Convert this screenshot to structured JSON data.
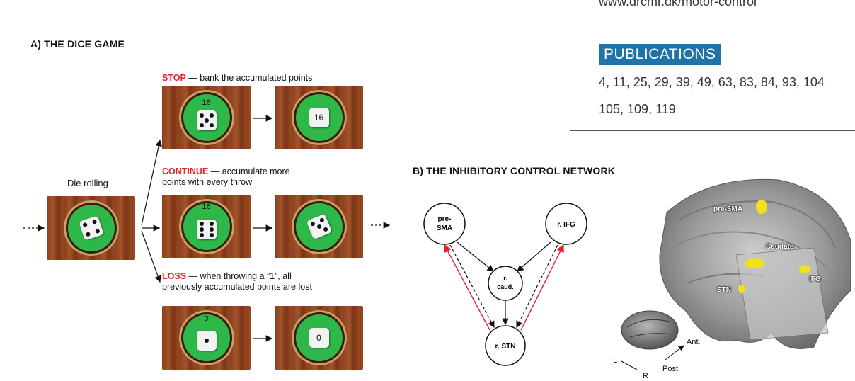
{
  "info": {
    "url": "www.drcmr.dk/motor-control",
    "publications_title": "PUBLICATIONS",
    "publications_line1": "4, 11, 25, 29, 39, 49, 63, 83, 84, 93, 104",
    "publications_line2": "105, 109, 119"
  },
  "dice_game": {
    "title": "A) THE DICE GAME",
    "die_rolling_label": "Die rolling",
    "stop": {
      "keyword": "STOP",
      "text": " — bank the accumulated points",
      "dice_top": "16",
      "result": "16"
    },
    "continue": {
      "keyword": "CONTINUE",
      "text": " — accumulate more",
      "text_line2": "points with every throw",
      "dice_top": "16"
    },
    "loss": {
      "keyword": "LOSS",
      "text": " — when throwing a ”1”, all",
      "text_line2": "previously accumulated points are lost",
      "dice_top": "0",
      "result": "0"
    },
    "colors": {
      "keyword": "#e8212a",
      "felt": "#2eb84a"
    }
  },
  "network": {
    "title": "B) THE INHIBITORY CONTROL NETWORK",
    "nodes": {
      "presma_line1": "pre-",
      "presma_line2": "SMA",
      "rifg": "r. IFG",
      "rcaud_line1": "r.",
      "rcaud_line2": "caud.",
      "rstn": "r. STN"
    },
    "mri_labels": {
      "presma": "pre-SMA",
      "caudate": "Caudate",
      "stn": "STN",
      "ifg": "IFG"
    },
    "orientation": {
      "ant": "Ant.",
      "post": "Post.",
      "l": "L",
      "r": "R"
    },
    "colors": {
      "hyperdirect": "#e8212a",
      "region_highlight": "#f2e21c"
    }
  }
}
